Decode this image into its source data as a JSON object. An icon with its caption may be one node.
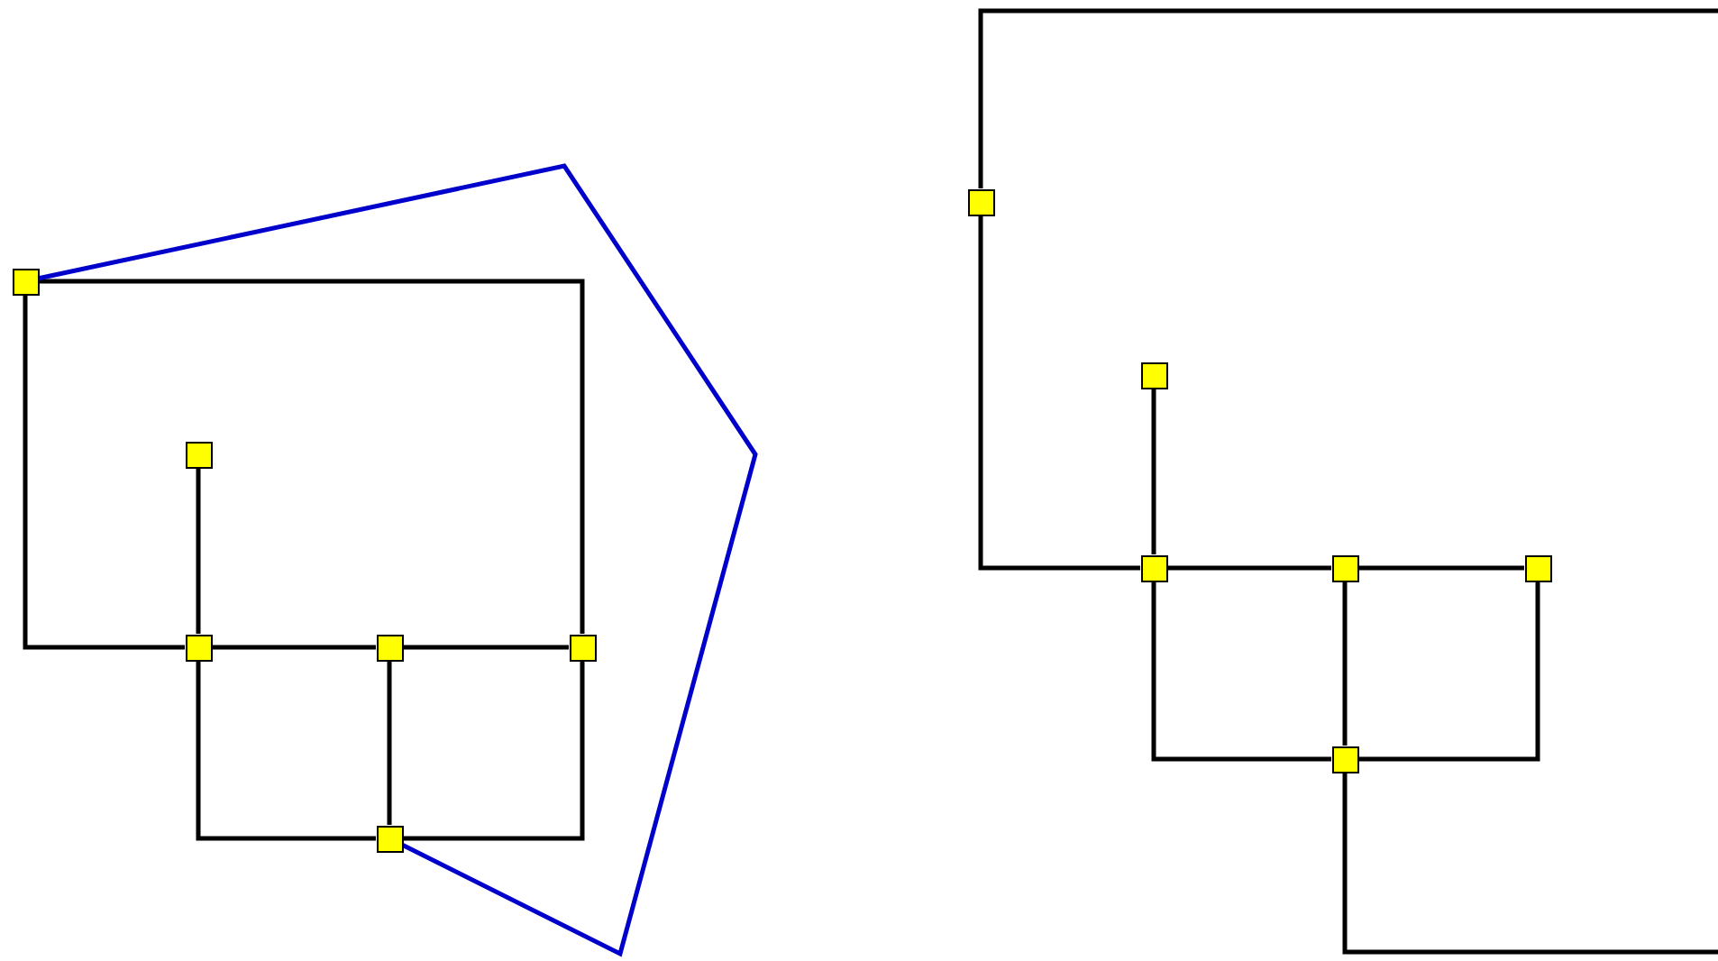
{
  "diagram": {
    "nodes": [
      {
        "text": [],
        "shape": "box"
      },
      {
        "text": [],
        "shape": "box"
      },
      {
        "text": [],
        "shape": "box"
      },
      {
        "text": [],
        "shape": "box"
      },
      {
        "text": [],
        "shape": "box"
      },
      {
        "text": [],
        "shape": "box"
      },
      {
        "text": [],
        "shape": "box"
      },
      {
        "text": [],
        "shape": "box"
      },
      {
        "text": [],
        "shape": "box"
      },
      {
        "text": [],
        "shape": "box"
      },
      {
        "text": [],
        "shape": "box"
      },
      {
        "text": [],
        "shape": "box"
      }
    ],
    "edges": [
      {
        "from": 0,
        "to": 4,
        "arrow": "none"
      },
      {
        "from": 0,
        "to": 2,
        "arrow": "none"
      },
      {
        "from": 1,
        "to": 2,
        "arrow": "none"
      },
      {
        "from": 2,
        "to": 3,
        "arrow": "none"
      },
      {
        "from": 3,
        "to": 4,
        "arrow": "none"
      },
      {
        "from": 2,
        "to": 5,
        "arrow": "none"
      },
      {
        "from": 3,
        "to": 5,
        "arrow": "none"
      },
      {
        "from": 4,
        "to": 5,
        "arrow": "none"
      },
      {
        "from": 0,
        "to": 5,
        "arrow": "none",
        "color": "#0000cc"
      },
      {
        "from": 6,
        "to": 11,
        "arrow": "none"
      },
      {
        "from": 6,
        "to": 8,
        "arrow": "none"
      },
      {
        "from": 7,
        "to": 8,
        "arrow": "none"
      },
      {
        "from": 8,
        "to": 9,
        "arrow": "none"
      },
      {
        "from": 9,
        "to": 10,
        "arrow": "none"
      },
      {
        "from": 8,
        "to": 11,
        "arrow": "none"
      },
      {
        "from": 9,
        "to": 11,
        "arrow": "none"
      },
      {
        "from": 10,
        "to": 11,
        "arrow": "none"
      }
    ]
  }
}
